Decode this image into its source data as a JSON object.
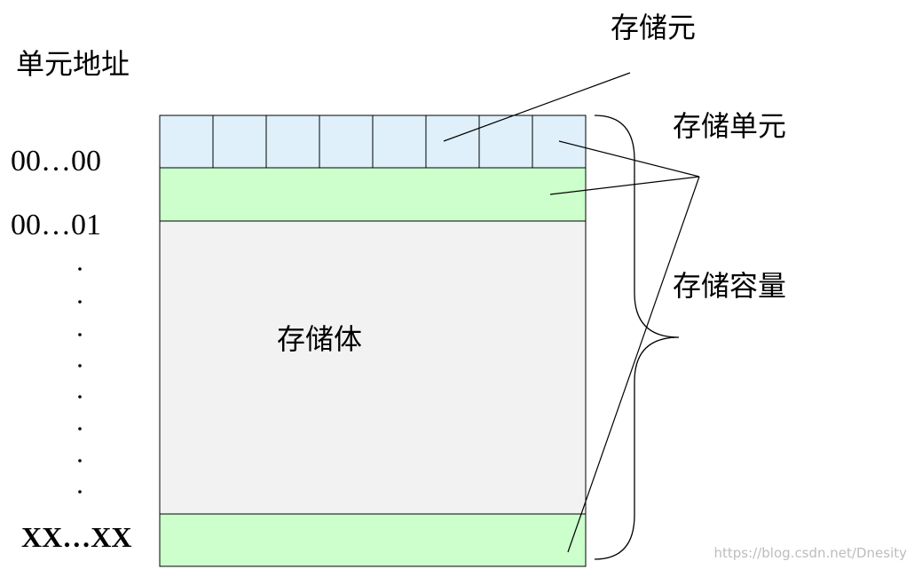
{
  "labels": {
    "unit_address": "单元地址",
    "storage_cell": "存储元",
    "storage_unit": "存储单元",
    "storage_capacity": "存储容量",
    "storage_body": "存储体"
  },
  "addresses": {
    "first": "00…00",
    "second": "00…01",
    "last": "XX…XX"
  },
  "watermark": "https://blog.csdn.net/Dnesity",
  "colors": {
    "cell_row": "#dff0fb",
    "unit_row": "#ccffcc",
    "body": "#f2f2f2",
    "stroke": "#000000"
  }
}
